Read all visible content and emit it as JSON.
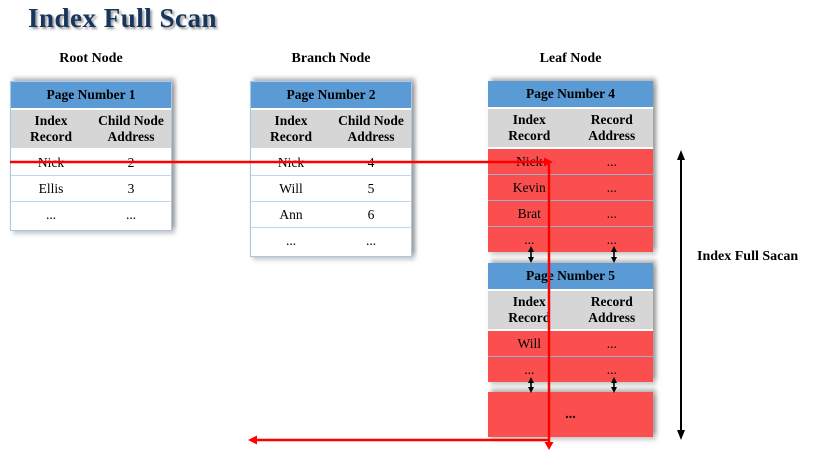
{
  "title": "Index Full Scan",
  "side_label": "Index Full Sacan",
  "nodes": {
    "root": {
      "label": "Root Node",
      "page": {
        "title": "Page Number 1",
        "columns": [
          "Index Record",
          "Child Node Address"
        ],
        "rows": [
          [
            "Nick",
            "2"
          ],
          [
            "Ellis",
            "3"
          ],
          [
            "...",
            "..."
          ]
        ]
      }
    },
    "branch": {
      "label": "Branch Node",
      "page": {
        "title": "Page Number 2",
        "columns": [
          "Index Record",
          "Child Node Address"
        ],
        "rows": [
          [
            "Nick",
            "4"
          ],
          [
            "Will",
            "5"
          ],
          [
            "Ann",
            "6"
          ],
          [
            "...",
            "..."
          ]
        ]
      }
    },
    "leaf": {
      "label": "Leaf Node",
      "page4": {
        "title": "Page Number 4",
        "columns": [
          "Index Record",
          "Record Address"
        ],
        "rows": [
          [
            "Nick",
            "..."
          ],
          [
            "Kevin",
            "..."
          ],
          [
            "Brat",
            "..."
          ],
          [
            "...",
            "..."
          ]
        ]
      },
      "page5": {
        "title": "Page Number 5",
        "columns": [
          "Index Record",
          "Record Address"
        ],
        "rows": [
          [
            "Will",
            "..."
          ],
          [
            "...",
            "..."
          ]
        ]
      },
      "overflow_box": "..."
    }
  },
  "colors": {
    "title_navy": "#17365D",
    "header_blue": "#5B9BD5",
    "column_gray": "#D6D6D6",
    "leaf_red": "#FB4F4F",
    "flow_line_red": "#FF0000",
    "arrow_black": "#000000"
  }
}
